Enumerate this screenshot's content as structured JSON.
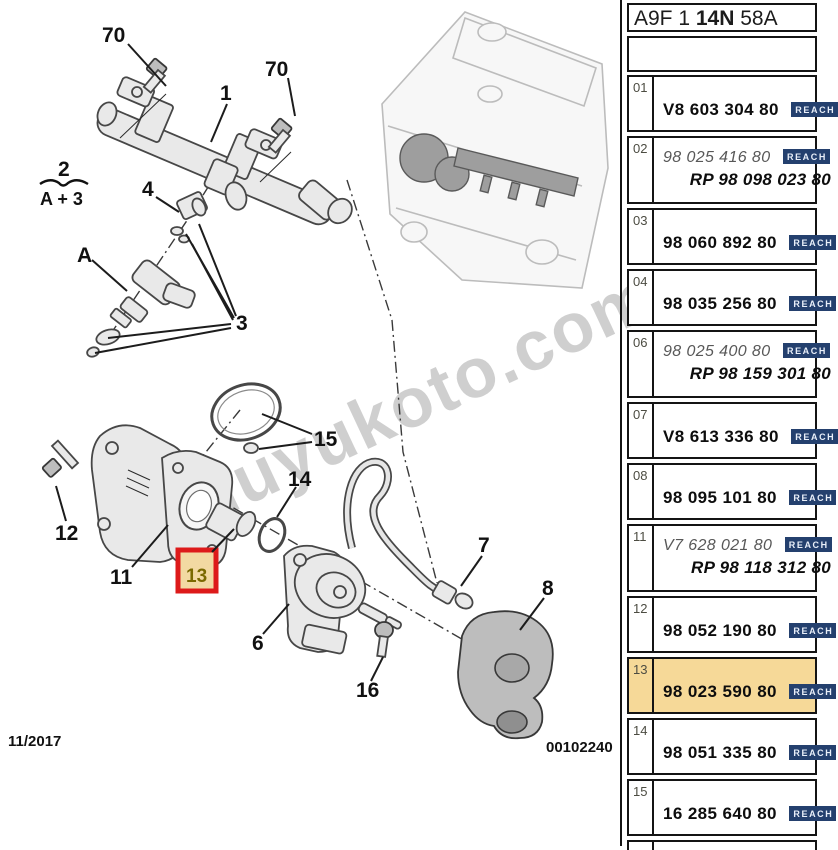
{
  "header": {
    "prefix": "A9F 1 ",
    "bold": "14N",
    "suffix": " 58A"
  },
  "table": {
    "reach_label": "REACH",
    "rows": [
      {
        "num": "01",
        "part": "V8 603 304 80",
        "italic": false,
        "rp": null,
        "highlighted": false
      },
      {
        "num": "02",
        "part": "98 025 416 80",
        "italic": true,
        "rp": "RP 98 098 023 80",
        "highlighted": false
      },
      {
        "num": "03",
        "part": "98 060 892 80",
        "italic": false,
        "rp": null,
        "highlighted": false
      },
      {
        "num": "04",
        "part": "98 035 256 80",
        "italic": false,
        "rp": null,
        "highlighted": false
      },
      {
        "num": "06",
        "part": "98 025 400 80",
        "italic": true,
        "rp": "RP 98 159 301 80",
        "highlighted": false
      },
      {
        "num": "07",
        "part": "V8 613 336 80",
        "italic": false,
        "rp": null,
        "highlighted": false
      },
      {
        "num": "08",
        "part": "98 095 101 80",
        "italic": false,
        "rp": null,
        "highlighted": false
      },
      {
        "num": "11",
        "part": "V7 628 021 80",
        "italic": true,
        "rp": "RP 98 118 312 80",
        "highlighted": false
      },
      {
        "num": "12",
        "part": "98 052 190 80",
        "italic": false,
        "rp": null,
        "highlighted": false
      },
      {
        "num": "13",
        "part": "98 023 590 80",
        "italic": false,
        "rp": null,
        "highlighted": true
      },
      {
        "num": "14",
        "part": "98 051 335 80",
        "italic": false,
        "rp": null,
        "highlighted": false
      },
      {
        "num": "15",
        "part": "16 285 640 80",
        "italic": false,
        "rp": null,
        "highlighted": false
      }
    ]
  },
  "diagram": {
    "labels": {
      "bolt_rail_left": "70",
      "bolt_rail_right": "70",
      "fuel_rail": "1",
      "assembly_top": "2",
      "assembly_bottom": "A + 3",
      "collar": "4",
      "injector": "A",
      "seal_kit": "3",
      "oring_large": "15",
      "oring_small": "14",
      "bolt_housing": "12",
      "pump_housing": "11",
      "bushing": "13",
      "hp_pump": "6",
      "hp_pipe": "7",
      "cover": "8",
      "bolt_pump": "16"
    },
    "watermark": "duyukoto.com"
  },
  "footer": {
    "date": "11/2017",
    "doc_number": "00102240"
  },
  "colors": {
    "reach_badge": "#24406e",
    "row_highlight": "#f6d998",
    "selection_box_border": "#dd1a1a",
    "selection_box_fill": "#f2d9a2"
  }
}
